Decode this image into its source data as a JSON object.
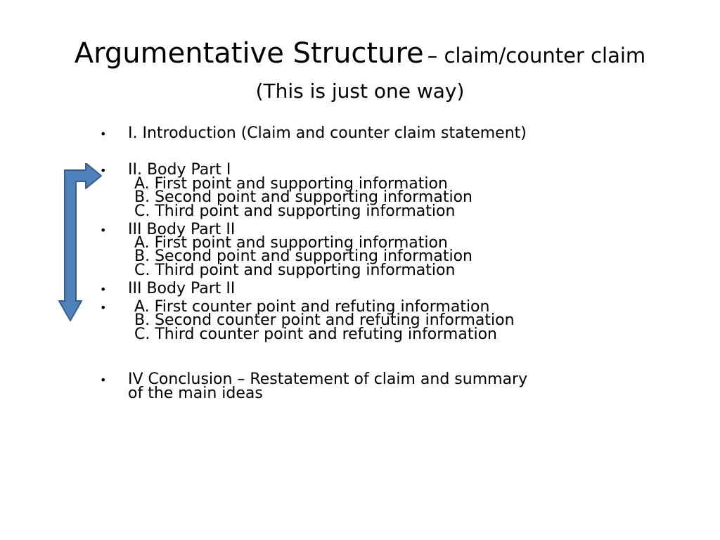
{
  "title": {
    "main": "Argumentative Structure",
    "sub": "– claim/counter claim",
    "line2": "(This is just one way)"
  },
  "outline": {
    "intro": "I. Introduction (Claim and counter claim statement)",
    "body1": {
      "heading": "II. Body Part I",
      "a": "A. First point and supporting information",
      "b": "B. Second point and supporting information",
      "c": "C. Third point and supporting information"
    },
    "body2": {
      "heading": "III Body Part II",
      "a": "A. First point and supporting information",
      "b": "B. Second point and supporting information",
      "c": "C. Third point and supporting information"
    },
    "body3": {
      "heading": "III Body Part II",
      "a": "A. First counter point and refuting information",
      "b": "B. Second counter point and refuting information",
      "c": "C. Third counter point and refuting information"
    },
    "conclusion": {
      "line1": "IV Conclusion – Restatement of claim and summary",
      "line2": "of the main ideas"
    }
  },
  "colors": {
    "arrow_fill": "#4F81BD",
    "arrow_stroke": "#385D8A"
  }
}
